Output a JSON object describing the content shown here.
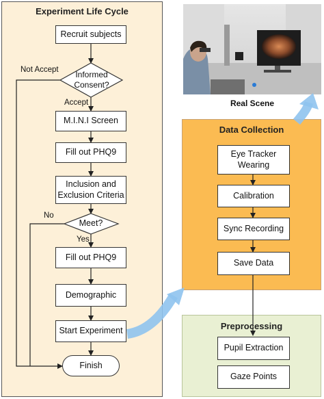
{
  "lifecycle": {
    "title": "Experiment Life Cycle",
    "steps": {
      "recruit": "Recruit subjects",
      "consent": "Informed\nConsent?",
      "mini": "M.I.N.I Screen",
      "phq9_first": "Fill out PHQ9",
      "criteria": "Inclusion and\nExclusion Criteria",
      "meet": "Meet?",
      "phq9_second": "Fill out PHQ9",
      "demographic": "Demographic",
      "start": "Start Experiment",
      "finish": "Finish"
    },
    "edges": {
      "not_accept": "Not Accept",
      "accept": "Accept",
      "no": "No",
      "yes": "Yes"
    }
  },
  "real_scene": {
    "caption": "Real Scene"
  },
  "data_collection": {
    "title": "Data Collection",
    "steps": [
      "Eye Tracker\nWearing",
      "Calibration",
      "Sync Recording",
      "Save Data"
    ]
  },
  "preprocessing": {
    "title": "Preprocessing",
    "steps": [
      "Pupil Extraction",
      "Gaze Points"
    ]
  },
  "colors": {
    "lifecycle_bg": "#fdf0d8",
    "data_collection_bg": "#fbbb52",
    "preprocessing_bg": "#e9f0d3",
    "big_arrow": "#8fc3ee"
  }
}
